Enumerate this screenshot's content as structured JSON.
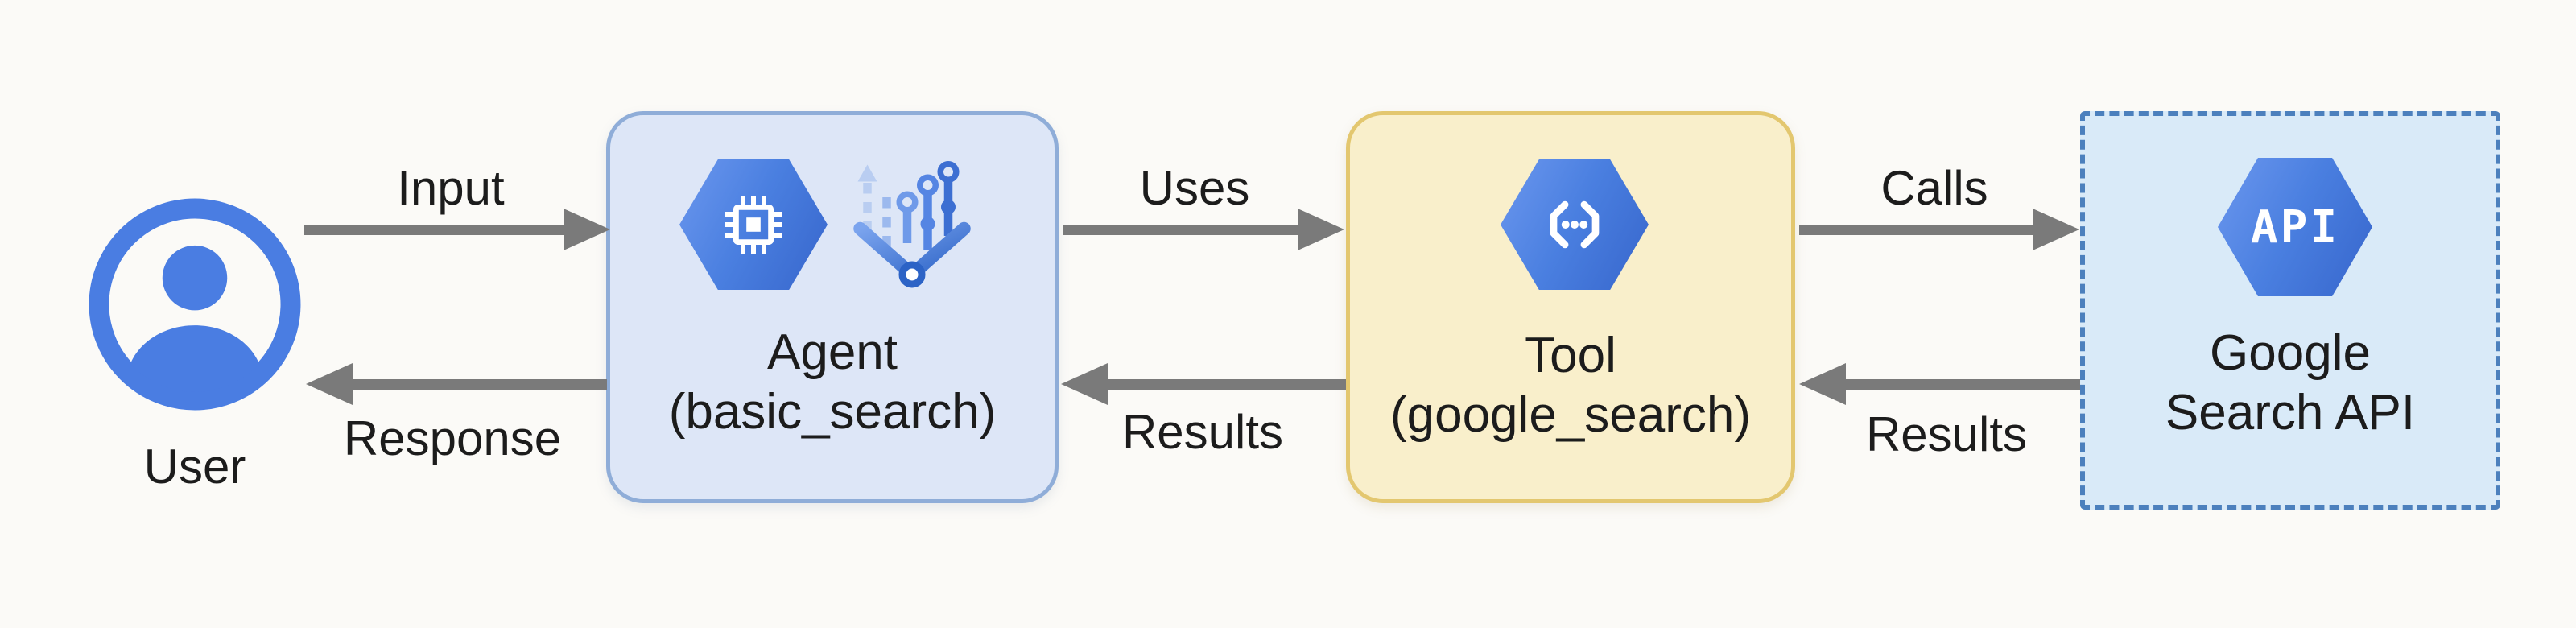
{
  "theme": {
    "background": "#fbfaf7",
    "text": "#1c1c1c",
    "arrow": "#7a7a7a",
    "icon_blue": "#4a7fe0",
    "icon_blue_dark": "#3766cc",
    "icon_blue_light": "#6b97ee",
    "agent_fill": "#dde6f7",
    "agent_border": "#8fadd8",
    "tool_fill": "#f9efcb",
    "tool_border": "#e3c76f",
    "api_fill": "#d9eaf8",
    "api_border": "#4c80bd"
  },
  "nodes": {
    "user": {
      "label": "User"
    },
    "agent": {
      "title": "Agent",
      "subtitle": "(basic_search)"
    },
    "tool": {
      "title": "Tool",
      "subtitle": "(google_search)"
    },
    "api": {
      "title_line1": "Google",
      "title_line2": "Search API",
      "hex_label": "API"
    }
  },
  "edges": {
    "input": {
      "label": "Input",
      "direction": "right"
    },
    "response": {
      "label": "Response",
      "direction": "left"
    },
    "uses": {
      "label": "Uses",
      "direction": "right"
    },
    "results1": {
      "label": "Results",
      "direction": "left"
    },
    "calls": {
      "label": "Calls",
      "direction": "right"
    },
    "results2": {
      "label": "Results",
      "direction": "left"
    }
  }
}
